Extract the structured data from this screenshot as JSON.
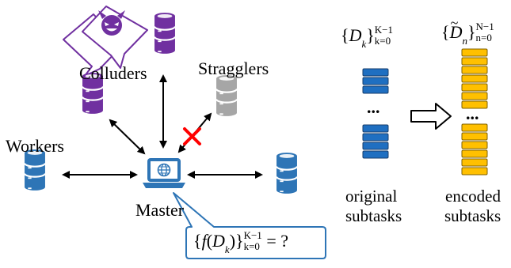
{
  "labels": {
    "colluders": "Colluders",
    "stragglers": "Stragglers",
    "workers": "Workers",
    "master": "Master",
    "original_line1": "original",
    "original_line2": "subtasks",
    "encoded_line1": "encoded",
    "encoded_line2": "subtasks"
  },
  "math": {
    "dk_set": "{D",
    "dk_sub": "k",
    "dk_sup": "K−1",
    "dk_lower": "k=0",
    "dn_sup": "N−1",
    "dn_lower": "n=0",
    "query_sup": "K−1",
    "query_lower": "k=0",
    "query_tail": "= ?"
  },
  "ellipsis": "...",
  "colors": {
    "colluder_db": "#7030a0",
    "straggler_db": "#a6a6a6",
    "worker_db": "#2e75b6",
    "original_block": "#1f6fc1",
    "encoded_block": "#ffc000",
    "cross": "#ff0000",
    "laptop": "#2e75b6"
  },
  "icons": [
    "devil-icon",
    "database-icon",
    "laptop-globe-icon",
    "cross-mark-icon",
    "hollow-arrow-icon"
  ]
}
